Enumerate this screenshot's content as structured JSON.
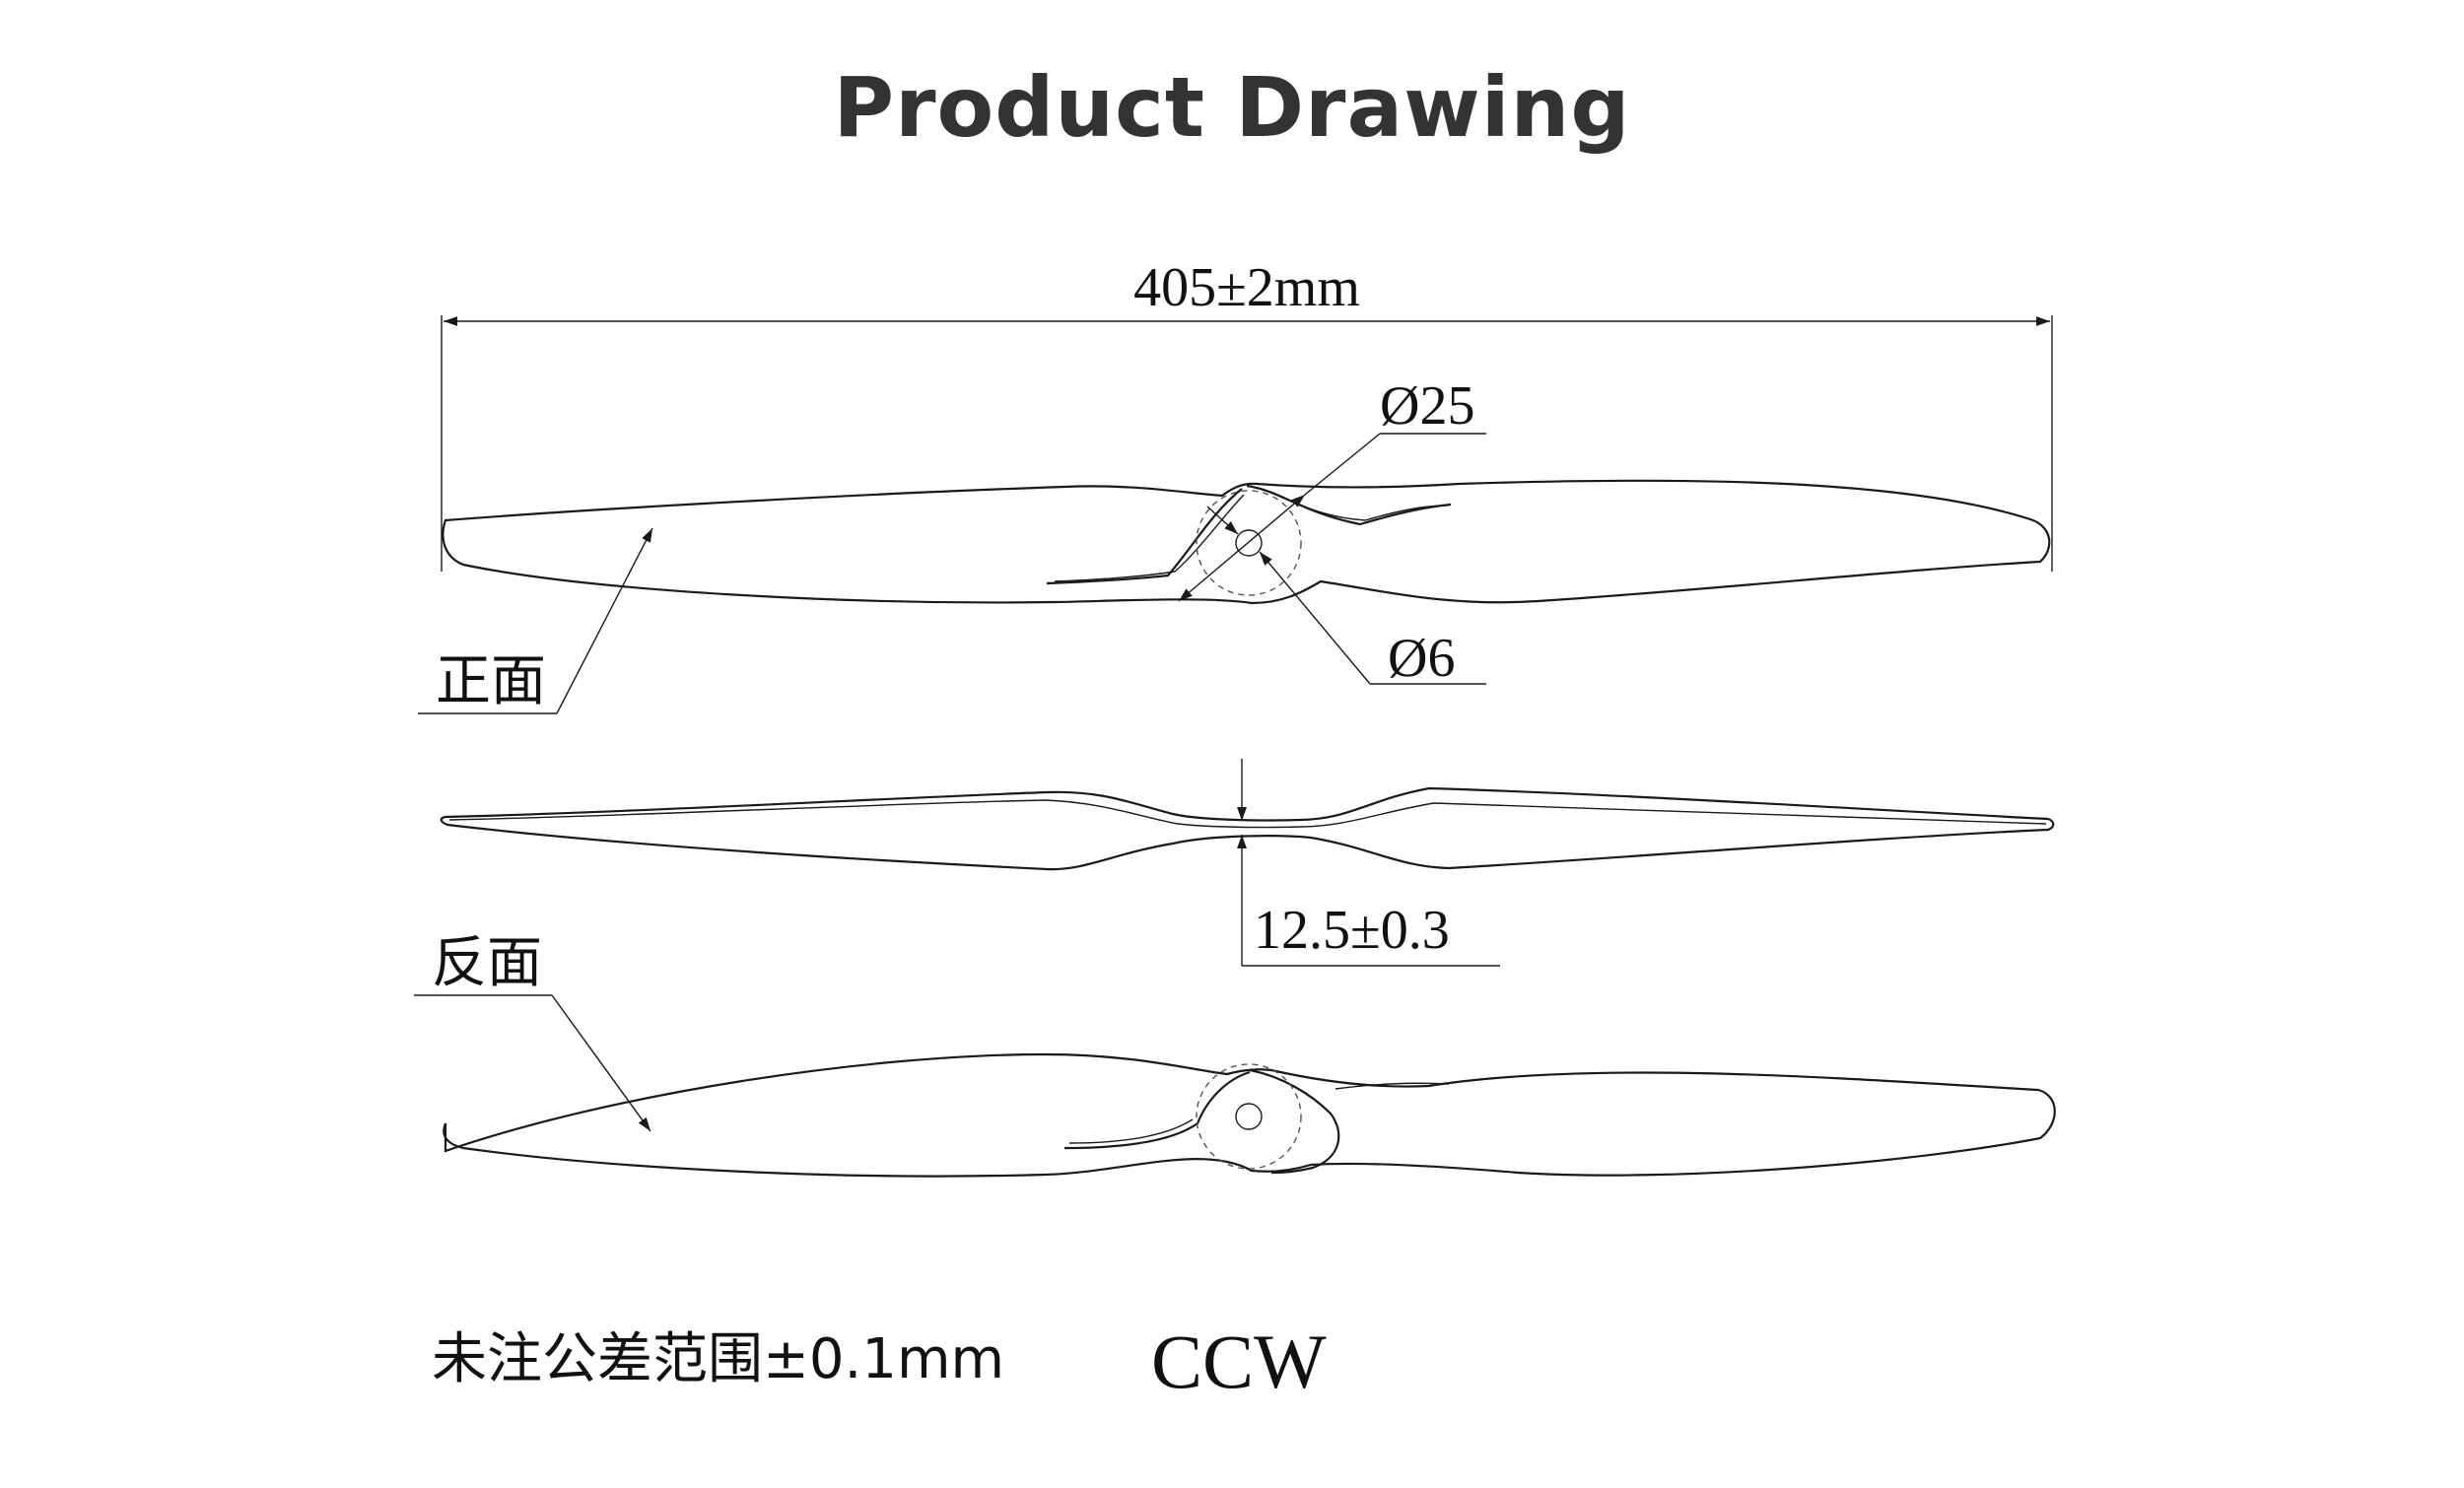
{
  "title": "Product Drawing",
  "dimensions": {
    "length": "405±2mm",
    "outer_diameter": "Ø25",
    "bore_diameter": "Ø6",
    "hub_thickness": "12.5±0.3"
  },
  "views": {
    "front_label": "正面",
    "back_label": "反面"
  },
  "notes": {
    "tolerance": "未注公差范围±0.1mm",
    "rotation": "CCW"
  }
}
